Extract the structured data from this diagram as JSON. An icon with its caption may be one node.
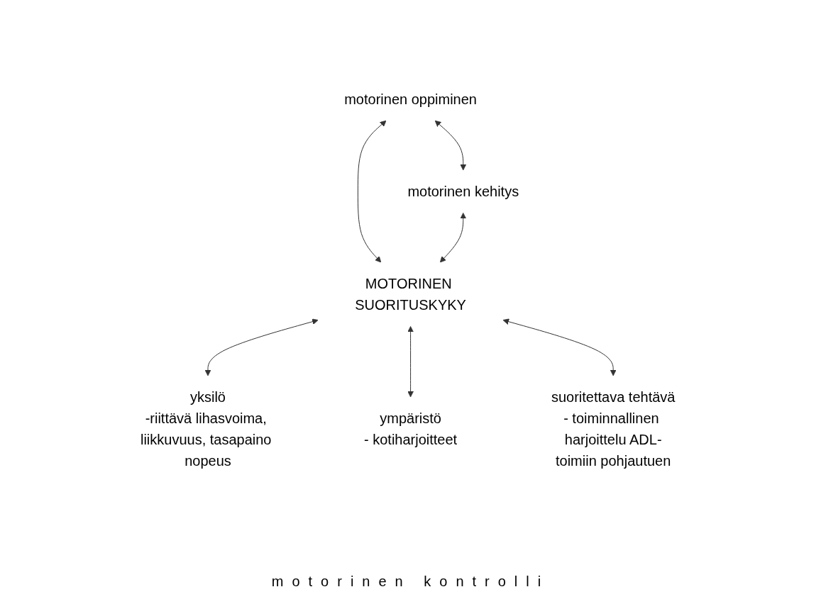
{
  "diagram": {
    "nodes": [
      {
        "text": [
          "motorinen oppiminen"
        ]
      },
      {
        "text": [
          "motorinen kehitys"
        ]
      },
      {
        "text": [
          "MOTORINEN SUORITUSKYKY"
        ]
      },
      {
        "text": [
          "yksilö",
          "-riittävä lihasvoima, liikkuvuus, tasapaino nopeus"
        ]
      },
      {
        "text": [
          "ympäristö",
          "- kotiharjoitteet"
        ]
      },
      {
        "text": [
          "suoritettava tehtävä",
          "- toiminnallinen harjoittelu ADL-toimiin pohjautuen"
        ]
      }
    ],
    "edges": [
      {
        "from": 0,
        "to": 1,
        "arrow": "both"
      },
      {
        "from": 0,
        "to": 2,
        "arrow": "both"
      },
      {
        "from": 1,
        "to": 2,
        "arrow": "both"
      },
      {
        "from": 2,
        "to": 3,
        "arrow": "both"
      },
      {
        "from": 2,
        "to": 4,
        "arrow": "both"
      },
      {
        "from": 2,
        "to": 5,
        "arrow": "both"
      }
    ],
    "labels": [
      "motorinen kontrolli"
    ]
  }
}
